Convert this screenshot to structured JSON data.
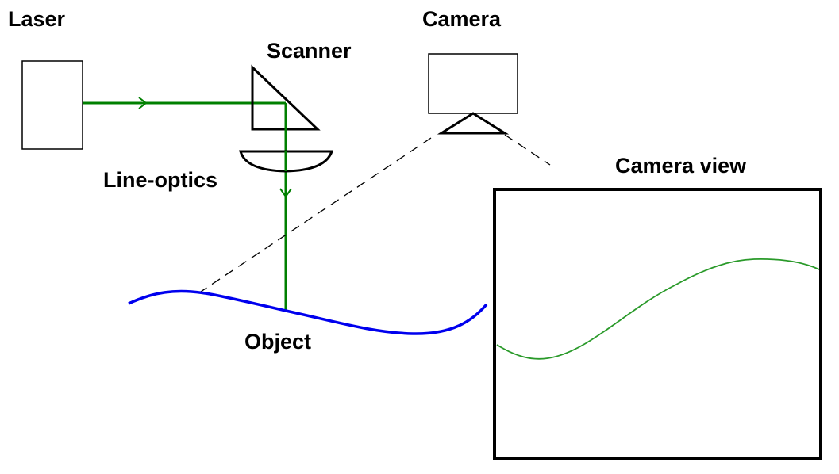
{
  "labels": {
    "laser": "Laser",
    "scanner": "Scanner",
    "camera": "Camera",
    "line_optics": "Line-optics",
    "object": "Object",
    "camera_view": "Camera view"
  },
  "colors": {
    "beam": "#008000",
    "object": "#0000ee",
    "outline": "#000000",
    "profile": "#2a9a2a"
  }
}
